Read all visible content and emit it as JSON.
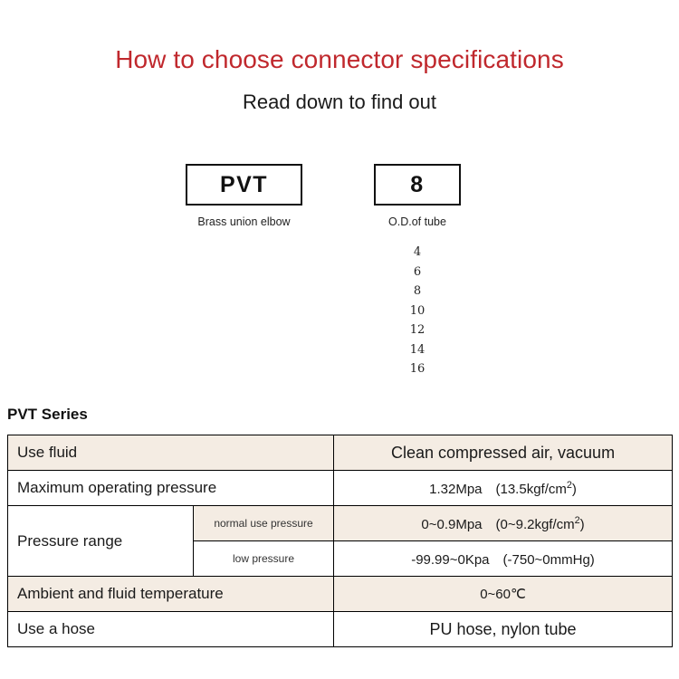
{
  "header": {
    "title": "How to choose connector specifications",
    "subtitle": "Read down to find out"
  },
  "selector": {
    "boxes": [
      {
        "code": "PVT",
        "caption": "Brass union elbow"
      },
      {
        "code": "8",
        "caption": "O.D.of tube"
      }
    ],
    "tube_sizes": [
      "4",
      "6",
      "8",
      "10",
      "12",
      "14",
      "16"
    ]
  },
  "spec": {
    "series_label": "PVT Series",
    "rows": [
      {
        "label": "Use fluid",
        "value": "Clean compressed air, vacuum"
      },
      {
        "label": "Maximum operating pressure",
        "value_main": "1.32Mpa　(13.5kgf/cm",
        "value_sup": "2",
        "value_tail": ")"
      },
      {
        "label": "Pressure range",
        "sub": [
          {
            "sublabel": "normal use pressure",
            "value_main": "0~0.9Mpa　(0~9.2kgf/cm",
            "value_sup": "2",
            "value_tail": ")"
          },
          {
            "sublabel": "low pressure",
            "value": "-99.99~0Kpa　(-750~0mmHg)"
          }
        ]
      },
      {
        "label": "Ambient and fluid temperature",
        "value": "0~60℃"
      },
      {
        "label": "Use a hose",
        "value": "PU hose, nylon tube"
      }
    ]
  },
  "colors": {
    "title_red": "#C0282D",
    "row_shade": "#f4ece3",
    "border": "#000000"
  }
}
